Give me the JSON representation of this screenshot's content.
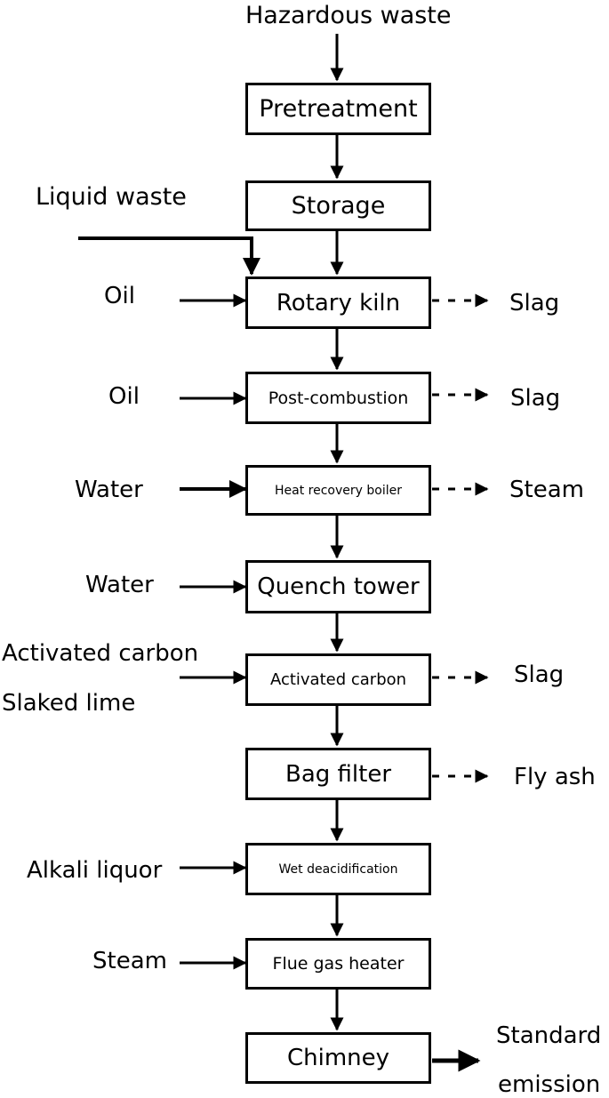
{
  "source": "Hazardous waste",
  "liquid_waste": "Liquid waste",
  "steps": [
    {
      "label": "Pretreatment",
      "input": "",
      "output": ""
    },
    {
      "label": "Storage",
      "input": "",
      "output": ""
    },
    {
      "label": "Rotary kiln",
      "input": "Oil",
      "output": "Slag"
    },
    {
      "label": "Post-combustion",
      "input": "Oil",
      "output": "Slag"
    },
    {
      "label": "Heat recovery boiler",
      "input": "Water",
      "output": "Steam"
    },
    {
      "label": "Quench tower",
      "input": "Water",
      "output": ""
    },
    {
      "label": "Activated carbon",
      "input": "Activated carbon",
      "input2": "Slaked lime",
      "output": "Slag"
    },
    {
      "label": "Bag filter",
      "input": "",
      "output": "Fly ash"
    },
    {
      "label": "Wet deacidification",
      "input": "Alkali liquor",
      "output": ""
    },
    {
      "label": "Flue gas heater",
      "input": "Steam",
      "output": ""
    },
    {
      "label": "Chimney",
      "input": "",
      "output": "Standard emission",
      "output_lines": [
        "Standard",
        "emission"
      ]
    }
  ]
}
